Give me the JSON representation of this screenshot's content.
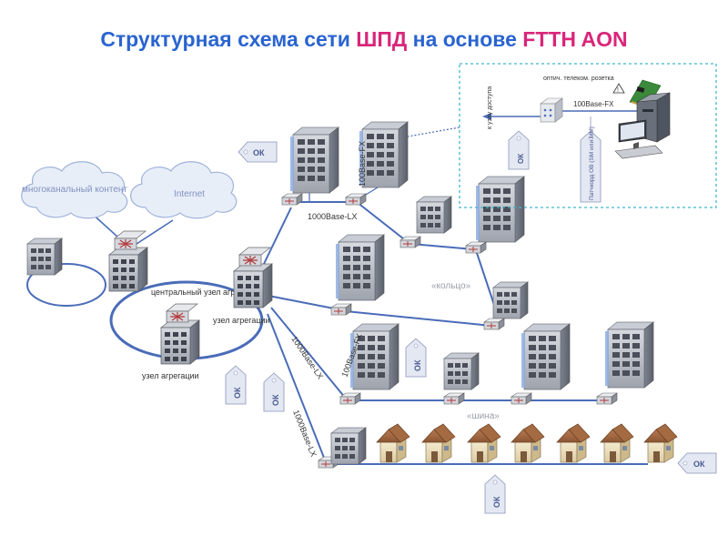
{
  "title": {
    "part1": "Структурная схема сети ",
    "part2": "ШПД",
    "part3": " на основе  ",
    "part4": "FTTH AON"
  },
  "colors": {
    "title_blue": "#2a64d0",
    "title_accent": "#d9267a",
    "link_blue": "#4a6cb8",
    "inset_border": "#3fb8c8",
    "tag_fill": "#e4e8f3",
    "tag_text": "#4a5a90",
    "cloud_fill": "#e8eef8",
    "cloud_stroke": "#9fb3da"
  },
  "clouds": {
    "multichannel": "многоканальный контент",
    "internet": "Internet"
  },
  "labels": {
    "central_node": "центральный узел агрегации",
    "agg_node_right": "узел агрегации",
    "agg_node_bottom": "узел агрегации",
    "ring": "«кольцо»",
    "bus": "«шина»"
  },
  "links": {
    "base_lx_top": "1000Base-LX",
    "base_fx_vertical": "100Base-FX",
    "base_fx_diag": "100Base-FX",
    "base_lx_diag1": "1000Base-LX",
    "base_lx_diag2": "1000Base-LX"
  },
  "inset": {
    "socket": "оптич. телеком. розетка",
    "link": "100Base-FX",
    "access_node": "к узлу доступа",
    "patchcord": "Патчкорд ОВ (SM или MM)",
    "ok": "ОК"
  },
  "tag_label": "ОК"
}
